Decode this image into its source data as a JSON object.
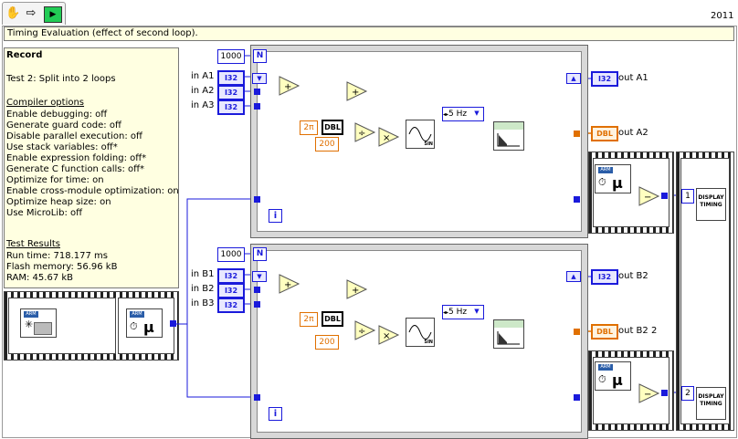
{
  "toolbar": {
    "hand_icon": "hand-tool-icon",
    "arrow_icon": "arrow-icon",
    "run_icon": "run-icon"
  },
  "version": "2011",
  "title_bar": "Timing Evaluation (effect of second loop).",
  "record": {
    "heading": "Record",
    "test": "Test 2: Split into 2 loops",
    "compiler_heading": "Compiler options",
    "options": [
      "Enable debugging: off",
      "Generate guard code: off",
      "Disable parallel execution: off",
      "Use stack variables: off*",
      "Enable expression folding: off*",
      "Generate C function calls: off*",
      "Optimize for time: on",
      "Enable cross-module optimization: on",
      "Optimize heap size: on",
      "Use MicroLib: off"
    ],
    "results_heading": "Test Results",
    "results": [
      "Run time: 718.177 ms",
      "Flash memory: 56.96 kB",
      "RAM: 45.67 kB"
    ]
  },
  "loop1": {
    "count": "1000",
    "n_label": "N",
    "inputs": [
      "in A1",
      "in A2",
      "in A3"
    ],
    "type_i32": "I32",
    "type_dbl": "DBL",
    "two_pi": "2π",
    "const200": "200",
    "freq": "5 Hz",
    "sin_label": "SIN",
    "out1": "out A1",
    "out2": "out A2",
    "i_label": "i"
  },
  "loop2": {
    "count": "1000",
    "n_label": "N",
    "inputs": [
      "in B1",
      "in B2",
      "in B3"
    ],
    "type_i32": "I32",
    "type_dbl": "DBL",
    "two_pi": "2π",
    "const200": "200",
    "freq": "5 Hz",
    "sin_label": "SIN",
    "out1": "out B2",
    "out2": "out B2 2",
    "i_label": "i"
  },
  "timing": {
    "arm": "ARM",
    "mu": "μ",
    "display_label": "DISPLAY TIMING",
    "idx1": "1",
    "idx2": "2"
  },
  "colors": {
    "blue": "#1a1adb",
    "orange": "#e07000",
    "comment_bg": "#ffffe1"
  }
}
